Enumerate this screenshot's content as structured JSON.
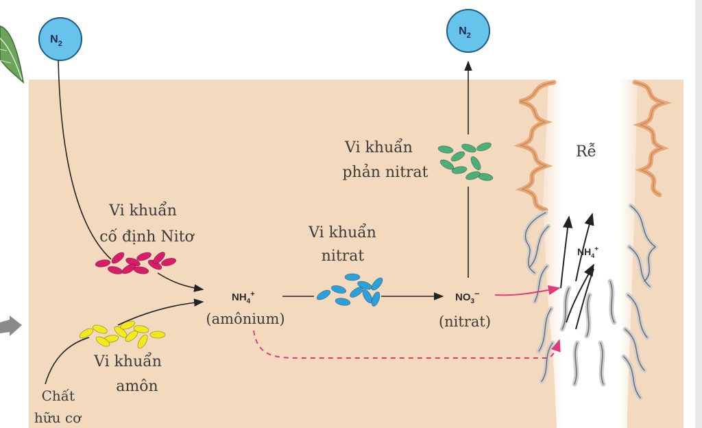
{
  "nodes": {
    "n2_left": {
      "label": "N",
      "sub": "2"
    },
    "n2_right": {
      "label": "N",
      "sub": "2"
    },
    "ammonium": {
      "formula": "NH",
      "sub": "4",
      "sup": "+",
      "name": "(amônium)"
    },
    "nitrate": {
      "formula": "NO",
      "sub": "3",
      "sup": "–",
      "name": "(nitrat)"
    },
    "root_ammonium": {
      "formula": "NH",
      "sub": "4",
      "sup": "+"
    }
  },
  "labels": {
    "fixing_bacteria": [
      "Vi khuẩn",
      "cố định Nitơ"
    ],
    "nitrifying_bacteria": [
      "Vi khuẩn",
      "nitrat"
    ],
    "denitrifying_bacteria": [
      "Vi khuẩn",
      "phản nitrat"
    ],
    "ammonifying_bacteria": [
      "Vi khuẩn",
      "amôn"
    ],
    "organic_matter": [
      "Chất",
      "hữu cơ"
    ],
    "root": "Rễ"
  },
  "colors": {
    "soil": "#f3d9bd",
    "n2_fill": "#67c2ec",
    "fixing_bacteria": "#d81c6a",
    "nitrifying_bacteria": "#2aa0dc",
    "denitrifying_bacteria": "#4caf78",
    "ammonifying_bacteria": "#f2ea1c",
    "uptake_arrow": "#e43a7a",
    "root_hair": "#e8a875"
  }
}
